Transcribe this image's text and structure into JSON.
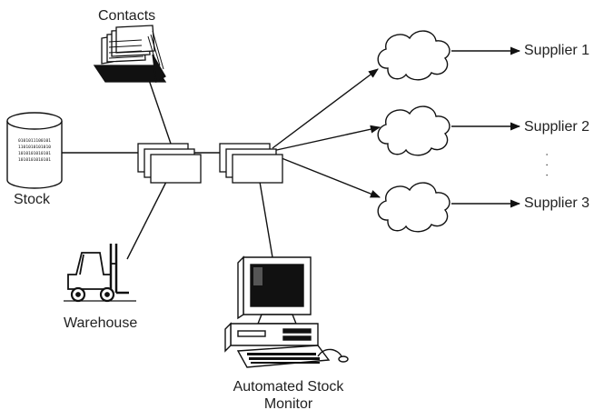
{
  "nodes": {
    "contacts": "Contacts",
    "stock": "Stock",
    "warehouse": "Warehouse",
    "monitor_line1": "Automated Stock",
    "monitor_line2": "Monitor",
    "supplier_1": "Supplier 1",
    "supplier_2": "Supplier 2",
    "supplier_3": "Supplier 3"
  },
  "stock_db_bits": [
    "0101011100101",
    "1101010101010",
    "1010101010101",
    "1010101010101"
  ],
  "ellipsis": "·  ·  ·"
}
